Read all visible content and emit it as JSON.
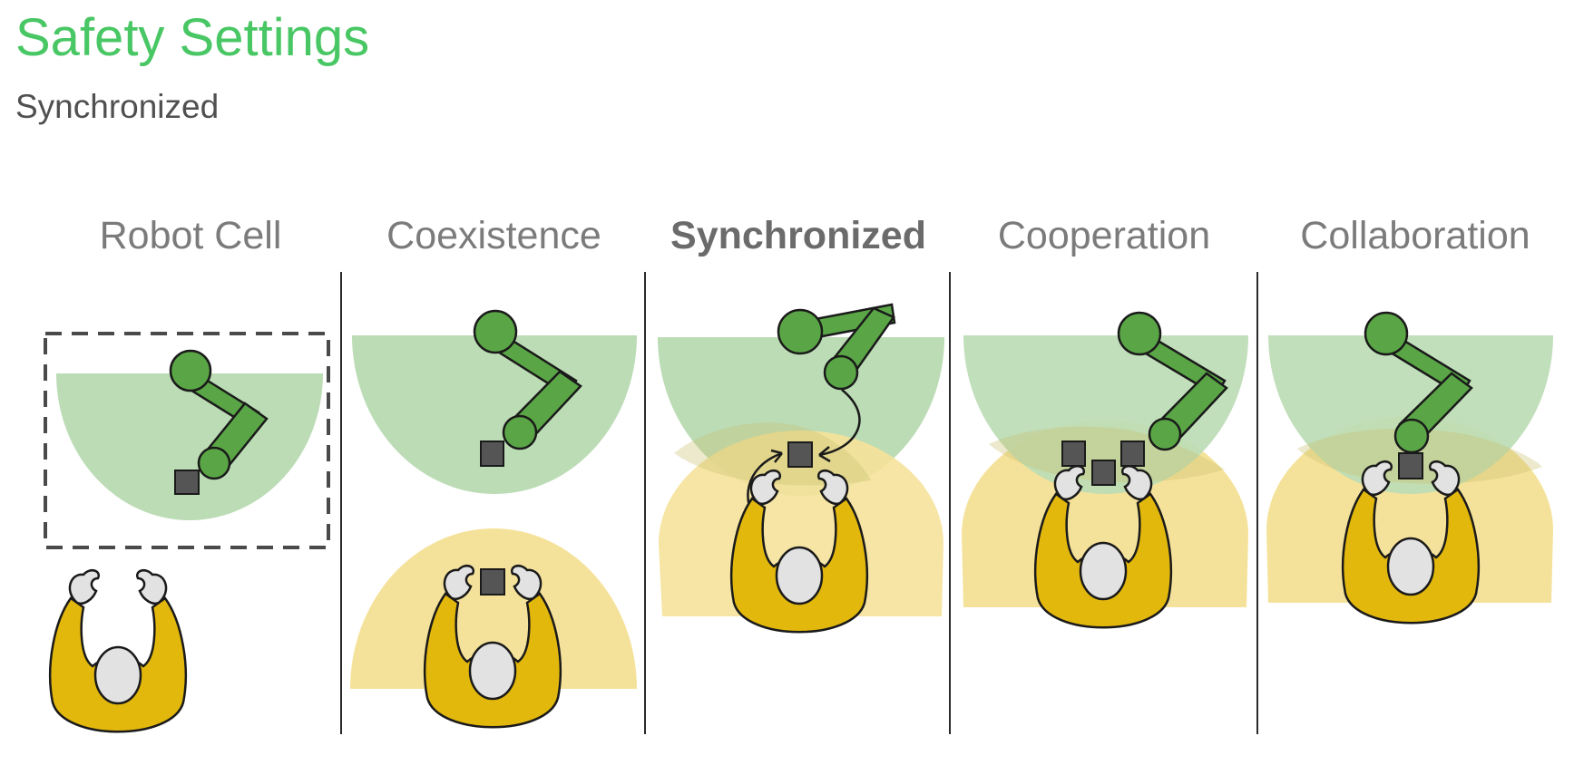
{
  "header": {
    "title": "Safety Settings",
    "subtitle": "Synchronized"
  },
  "modes": [
    {
      "label": "Robot Cell",
      "active": false
    },
    {
      "label": "Coexistence",
      "active": false
    },
    {
      "label": "Synchronized",
      "active": true
    },
    {
      "label": "Cooperation",
      "active": false
    },
    {
      "label": "Collaboration",
      "active": false
    }
  ],
  "colors": {
    "title": "#48c764",
    "robot_arm": "#5aa646",
    "robot_zone": "#bcdcb5",
    "human_body": "#e3b80d",
    "human_zone": "#f5e29a",
    "workpiece": "#555555"
  }
}
